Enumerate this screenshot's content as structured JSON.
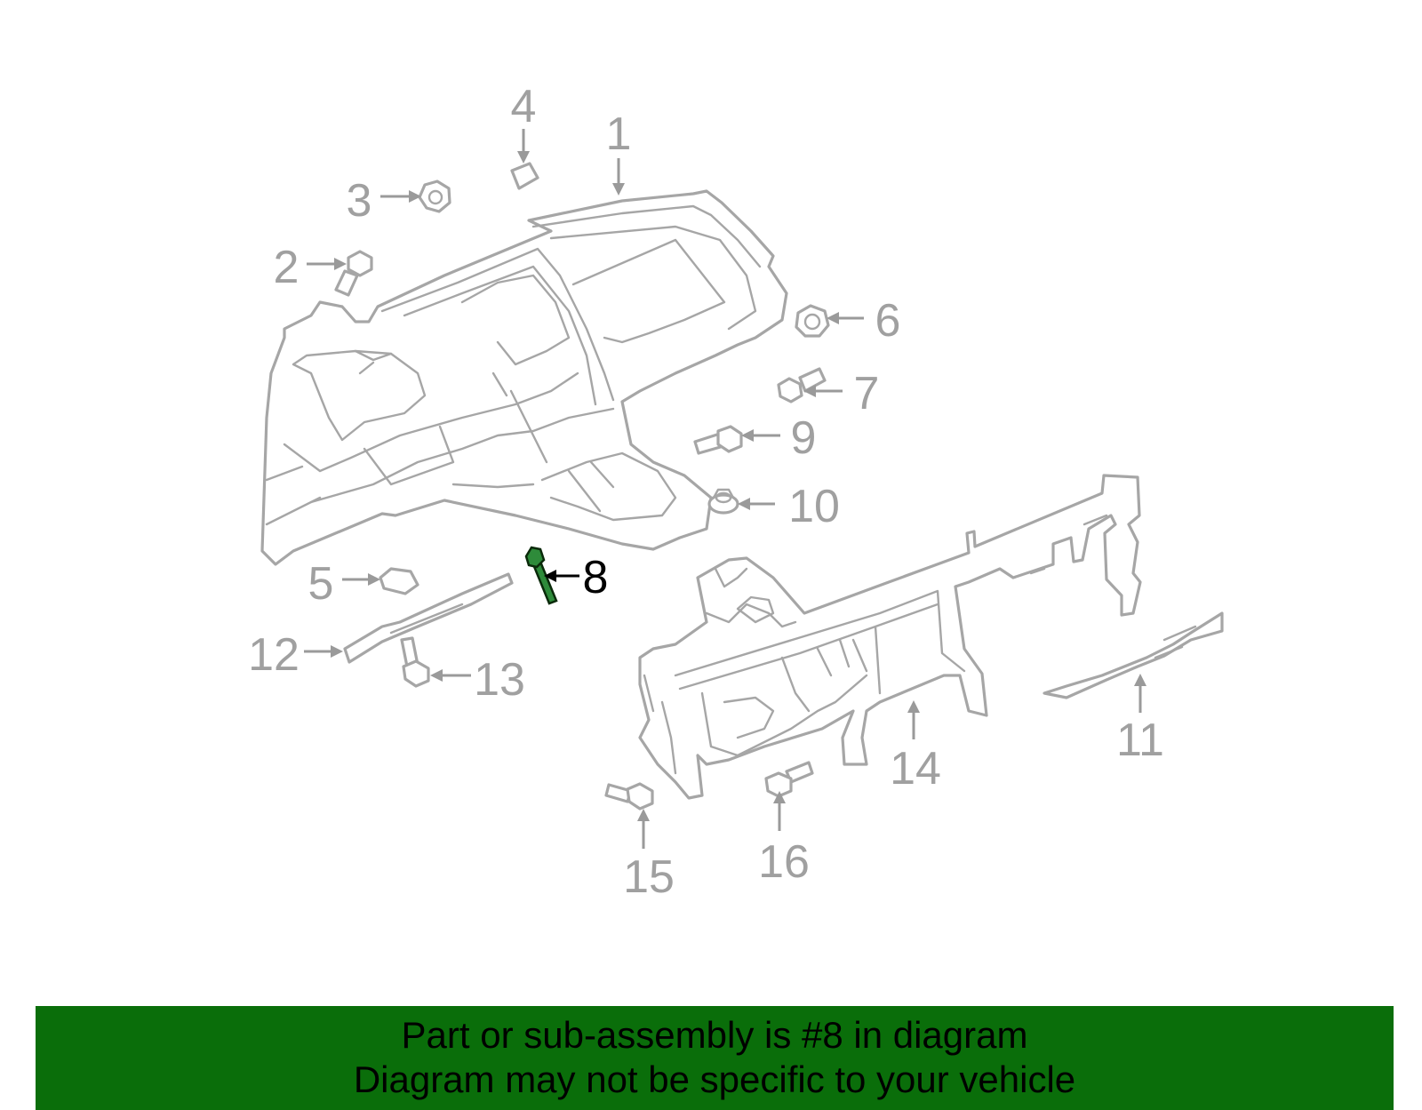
{
  "diagram": {
    "callouts": [
      {
        "id": "1",
        "label": "1"
      },
      {
        "id": "2",
        "label": "2"
      },
      {
        "id": "3",
        "label": "3"
      },
      {
        "id": "4",
        "label": "4"
      },
      {
        "id": "5",
        "label": "5"
      },
      {
        "id": "6",
        "label": "6"
      },
      {
        "id": "7",
        "label": "7"
      },
      {
        "id": "8",
        "label": "8"
      },
      {
        "id": "9",
        "label": "9"
      },
      {
        "id": "10",
        "label": "10"
      },
      {
        "id": "11",
        "label": "11"
      },
      {
        "id": "12",
        "label": "12"
      },
      {
        "id": "13",
        "label": "13"
      },
      {
        "id": "14",
        "label": "14"
      },
      {
        "id": "15",
        "label": "15"
      },
      {
        "id": "16",
        "label": "16"
      }
    ],
    "highlighted_part": "8",
    "colors": {
      "line": "#a6a6a6",
      "highlight": "#2e8b3a",
      "banner": "#0a6e0a"
    }
  },
  "banner": {
    "line1": "Part or sub-assembly is #8 in diagram",
    "line2": "Diagram may not be specific to your vehicle"
  }
}
